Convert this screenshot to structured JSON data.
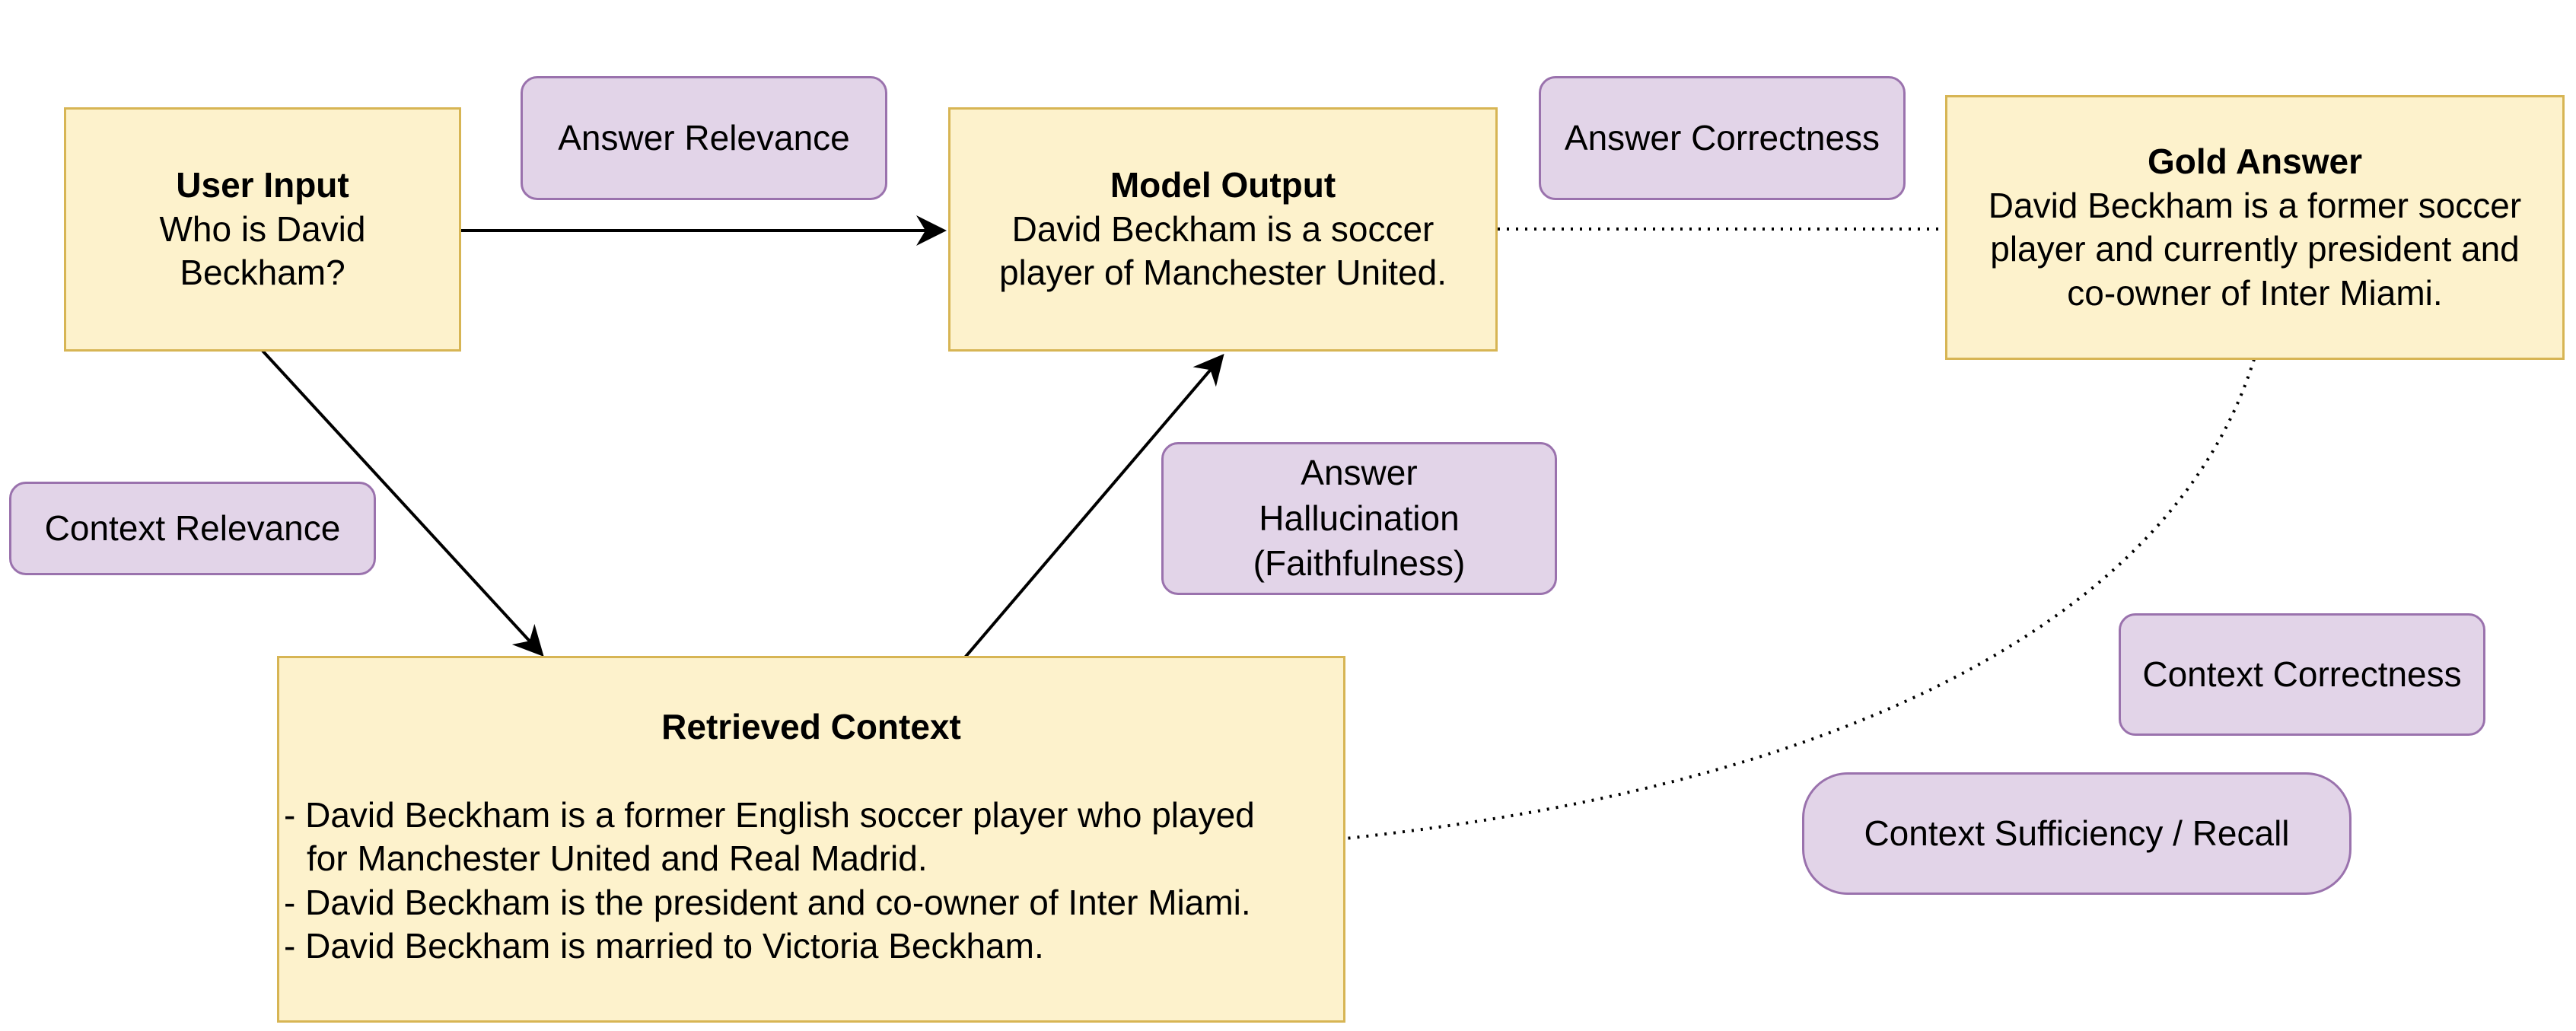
{
  "nodes": {
    "user_input": {
      "title": "User Input",
      "text": "Who is David Beckham?"
    },
    "model_output": {
      "title": "Model Output",
      "text": "David Beckham is a soccer player of Manchester United."
    },
    "gold_answer": {
      "title": "Gold Answer",
      "text": "David Beckham is a former soccer player and currently president and co-owner of Inter Miami."
    },
    "retrieved_context": {
      "title": "Retrieved Context",
      "items": [
        {
          "line1": "- David Beckham is a former English soccer player who played",
          "line2": "for Manchester United and Real Madrid."
        },
        {
          "line1": "- David Beckham is the president and co-owner of Inter Miami."
        },
        {
          "line1": "- David Beckham is married to Victoria Beckham."
        }
      ]
    }
  },
  "metrics": {
    "answer_relevance": "Answer Relevance",
    "answer_correctness": "Answer Correctness",
    "context_relevance": "Context Relevance",
    "answer_hallucination": "Answer Hallucination (Faithfulness)",
    "context_correctness": "Context Correctness",
    "context_sufficiency": "Context Sufficiency / Recall"
  },
  "colors": {
    "node_fill": "#fdf2cc",
    "node_border": "#d7b554",
    "metric_fill": "#e2d4e8",
    "metric_border": "#9a72ad",
    "edge": "#000000"
  }
}
